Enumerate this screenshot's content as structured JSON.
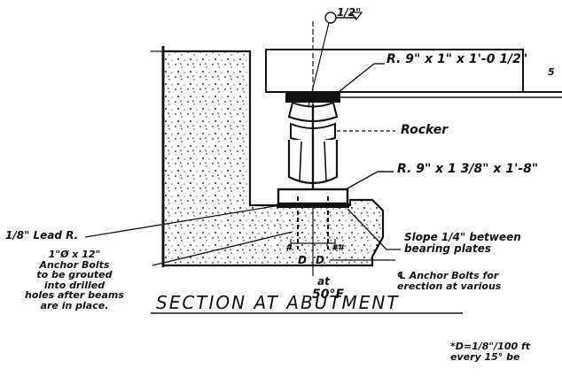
{
  "title": "SECTION  AT  ABUTMENT",
  "labels": {
    "slope_marker": "1/2\"",
    "top_plate": "R. 9\" x 1\" x 1'-0 1/2\"",
    "top_plate_suffix": "5",
    "rocker": "Rocker",
    "bottom_plate": "R. 9\" x 1 3/8\" x 1'-8\"",
    "lead_plate": "1/8\" Lead R.",
    "slope_note": [
      "Slope 1/4\" between",
      "bearing plates"
    ],
    "anchor_bolts_for": [
      "℄ Anchor Bolts for",
      "erection at various"
    ],
    "at_temp": [
      "at",
      "50°F"
    ],
    "dim_d1": "D",
    "dim_d2": "D",
    "dim_note_left": "#",
    "dim_note_right": "##",
    "anchor_bolt_note": [
      "1\"Ø x 12\"",
      "Anchor Bolts",
      "to be grouted",
      "into drilled",
      "holes after beams",
      "are in place."
    ],
    "footnote": [
      "*D=1/8\"/100 ft",
      "every 15° be"
    ]
  },
  "colors": {
    "ink": "#111111",
    "concrete_fill": "#f2f2f2",
    "paper": "#ffffff"
  }
}
